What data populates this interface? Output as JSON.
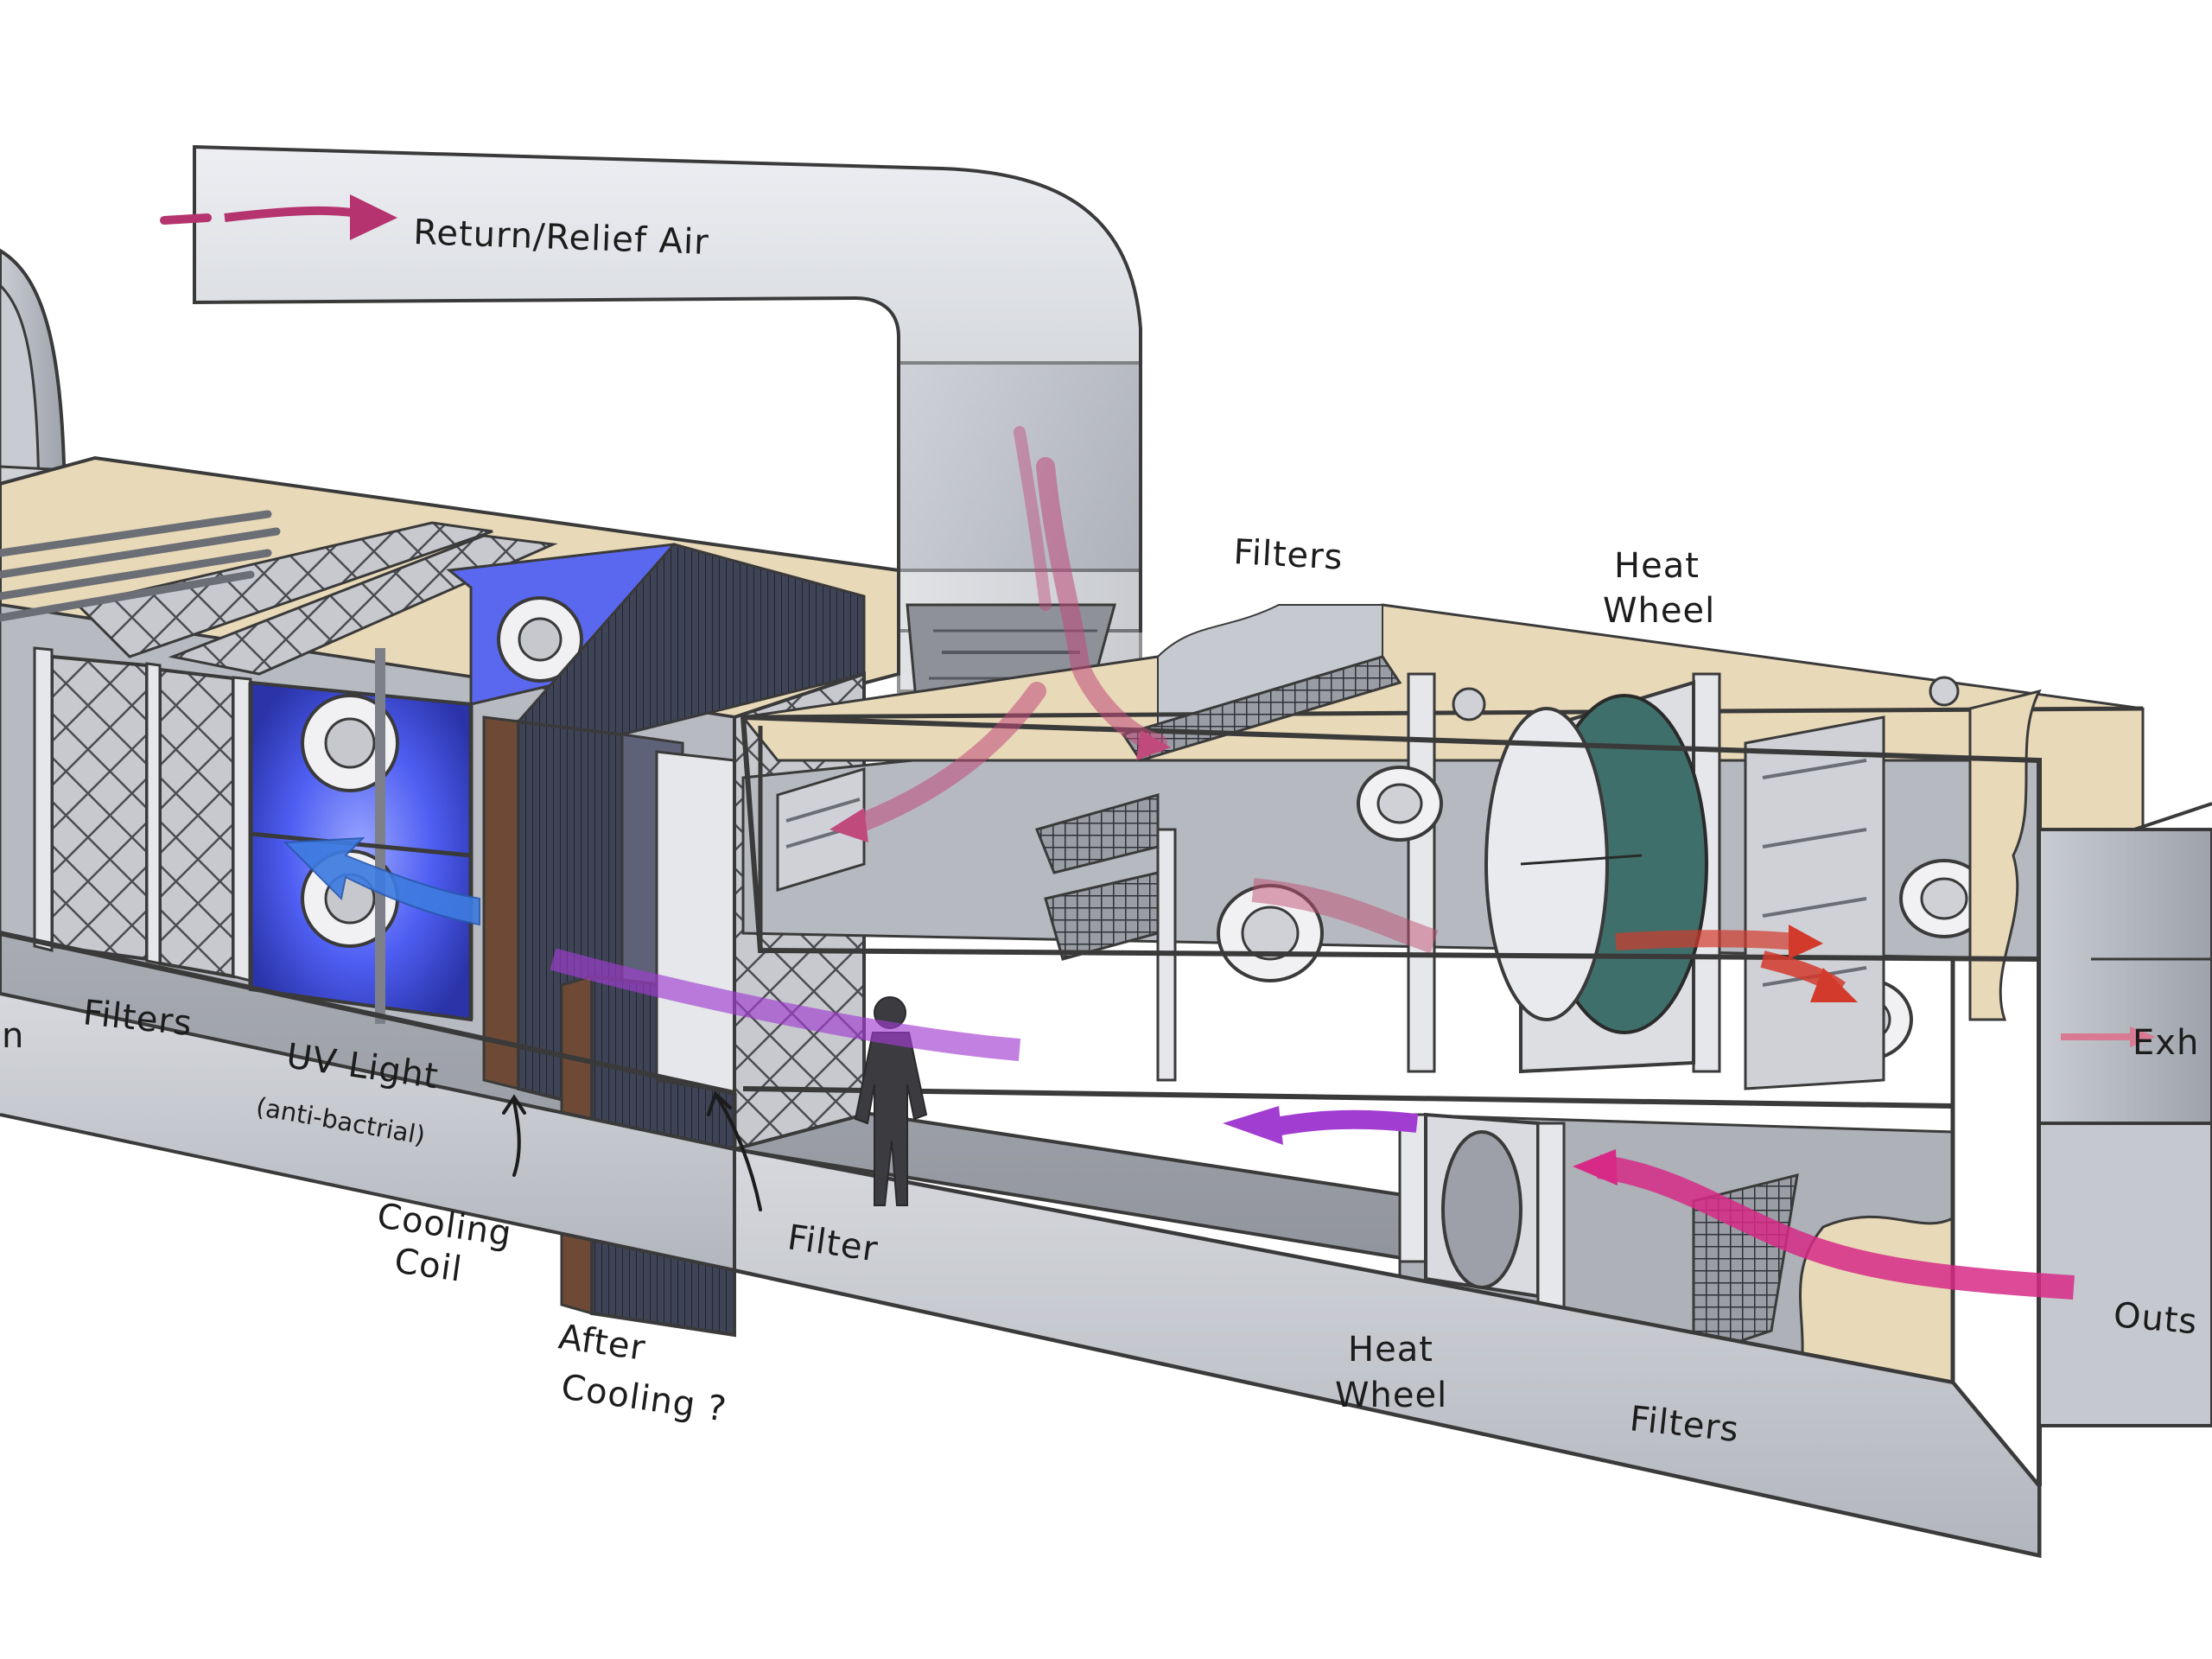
{
  "colors": {
    "outline": "#3a3a3a",
    "metal_light": "#d9dbe0",
    "metal_mid": "#b9bcc3",
    "metal_dark": "#8d9098",
    "insulation": "#e8d9b8",
    "uv_glow": "#4e5ef2",
    "arrow_return": "#b5336e",
    "arrow_supply": "#a23dd1",
    "arrow_outside": "#d62a86",
    "arrow_hot": "#d23a2c",
    "arrow_cool": "#3e7be0",
    "person": "#3c3c40",
    "wheel_teal": "#3f6f6a"
  },
  "labels": {
    "return_air": "Return/Relief Air",
    "filters_upper": "Filters",
    "heat_wheel_upper": [
      "Heat",
      "Wheel"
    ],
    "filters_left": "Filters",
    "uv_light": "UV Light",
    "uv_light_note": "(anti-bactrial)",
    "cooling_coil": [
      "Cooling",
      "Coil"
    ],
    "filter_mid": "Filter",
    "after_cooling": [
      "After",
      "Cooling ?"
    ],
    "heat_wheel_lower": [
      "Heat",
      "Wheel"
    ],
    "filters_lower": "Filters",
    "exhaust_partial": "Exh",
    "outside_partial": "Outs",
    "left_partial": "n"
  }
}
